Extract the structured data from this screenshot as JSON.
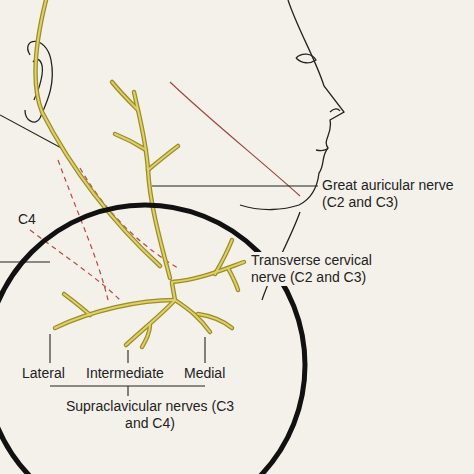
{
  "diagram": {
    "labels": [
      "Great auricular nerve (C2 and C3)",
      "C4",
      "Transverse cervical nerve (C2 and C3)",
      "Lateral",
      "Intermediate",
      "Medial",
      "Supraclavicular nerves (C3 and C4)"
    ]
  }
}
